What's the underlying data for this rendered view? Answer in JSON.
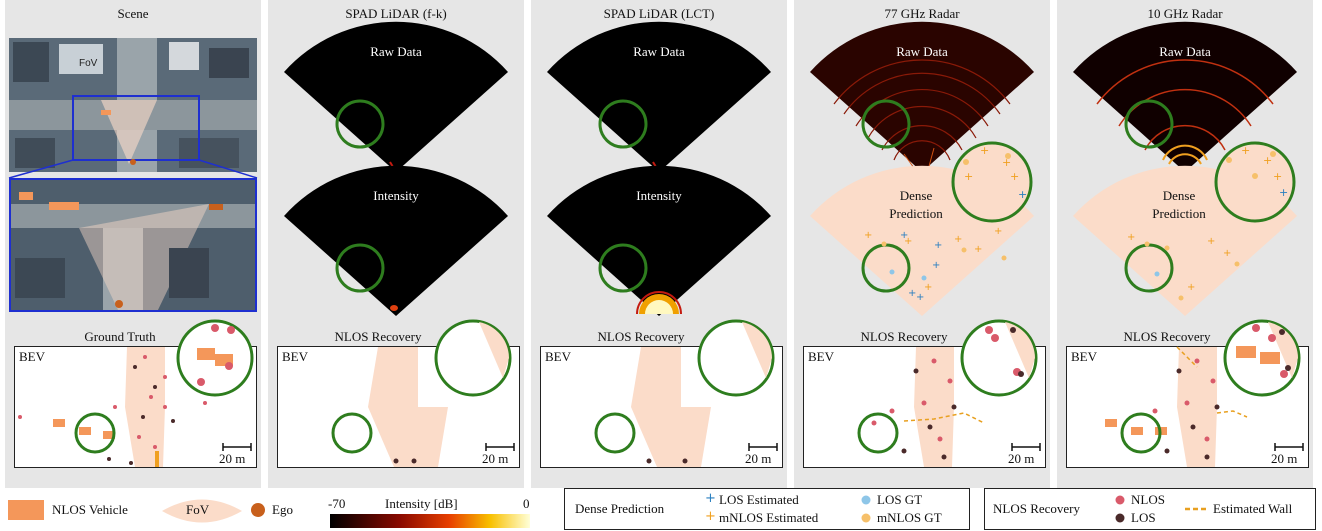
{
  "columns": {
    "scene": {
      "title": "Scene",
      "bev_title": "Ground Truth",
      "bev_tag": "BEV",
      "scale": "20 m"
    },
    "spad_fk": {
      "title": "SPAD LiDAR (f-k)",
      "top_label": "Raw Data",
      "mid_label": "Intensity",
      "bev_title": "NLOS Recovery",
      "bev_tag": "BEV",
      "scale": "20 m"
    },
    "spad_lct": {
      "title": "SPAD LiDAR (LCT)",
      "top_label": "Raw Data",
      "mid_label": "Intensity",
      "bev_title": "NLOS Recovery",
      "bev_tag": "BEV",
      "scale": "20 m"
    },
    "radar77": {
      "title": "77 GHz Radar",
      "top_label": "Raw Data",
      "mid_label_1": "Dense",
      "mid_label_2": "Prediction",
      "bev_title": "NLOS Recovery",
      "bev_tag": "BEV",
      "scale": "20 m"
    },
    "radar10": {
      "title": "10 GHz Radar",
      "top_label": "Raw Data",
      "mid_label_1": "Dense",
      "mid_label_2": "Prediction",
      "bev_title": "NLOS Recovery",
      "bev_tag": "BEV",
      "scale": "20 m"
    }
  },
  "legend": {
    "nlos_vehicle": "NLOS Vehicle",
    "fov": "FoV",
    "ego": "Ego",
    "intensity_min": "-70",
    "intensity_label": "Intensity [dB]",
    "intensity_max": "0",
    "dense_title": "Dense Prediction",
    "los_estimated": "LOS Estimated",
    "mnlos_estimated": "mNLOS Estimated",
    "los_gt": "LOS GT",
    "mnlos_gt": "mNLOS GT",
    "nlos_recovery_title": "NLOS Recovery",
    "nlos": "NLOS",
    "los": "LOS",
    "estimated_wall": "Estimated Wall"
  },
  "colors": {
    "nlos_vehicle": "#f4975a",
    "fov": "#fbdcc9",
    "ego": "#c8601c",
    "circle": "#2e7d1e",
    "los_estimated": "#2a7fc0",
    "mnlos_estimated": "#f0a020",
    "los_gt": "#8ec6e8",
    "mnlos_gt": "#f6c06a",
    "nlos_point": "#d95a6a",
    "los_point": "#4a2a2a",
    "wall": "#e8a020"
  }
}
